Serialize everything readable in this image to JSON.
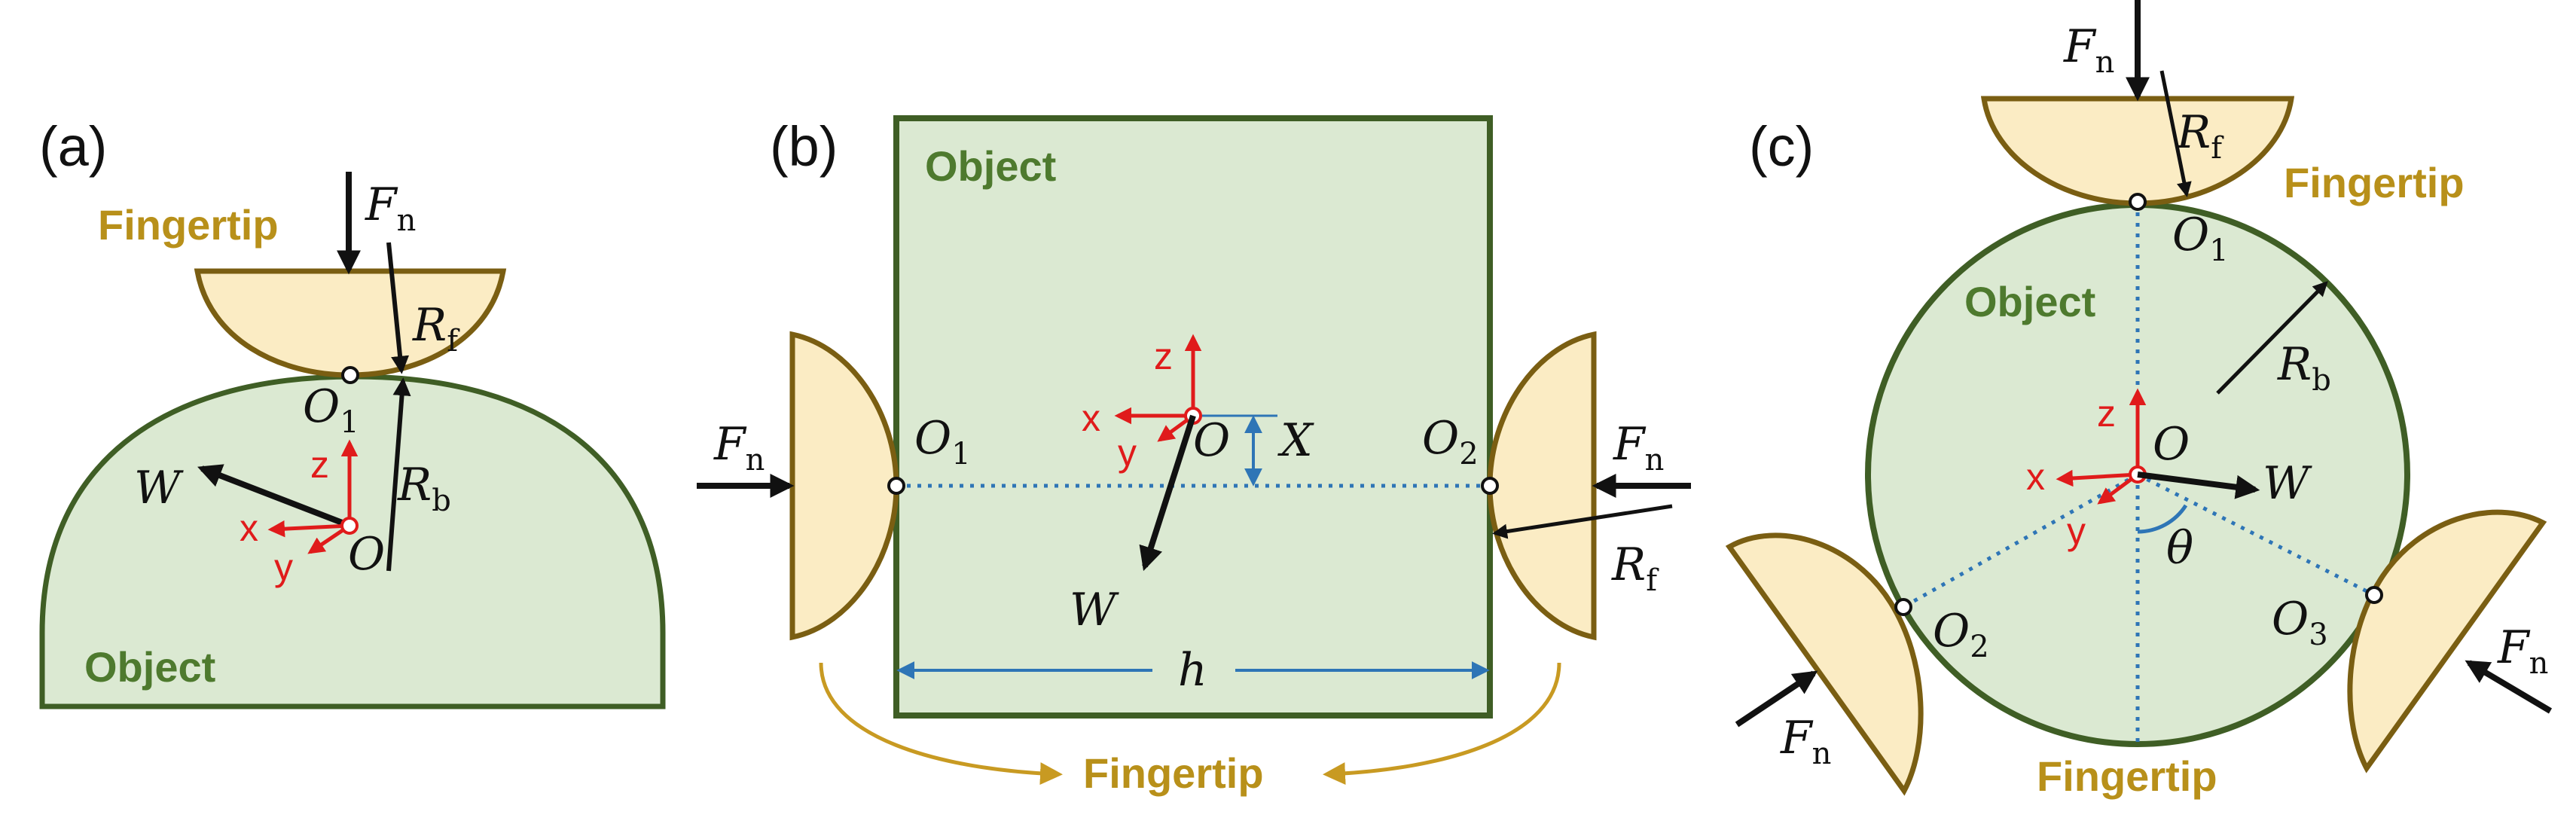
{
  "colors": {
    "object_fill": "#dbe9d2",
    "object_stroke": "#3f5e25",
    "object_text": "#4e7a2e",
    "finger_fill": "#fbecc4",
    "finger_stroke": "#7a5e12",
    "finger_text": "#b8901a",
    "axis_red": "#e01b1b",
    "blue": "#2e75b6",
    "black": "#111111"
  },
  "panel_a": {
    "label": "(a)",
    "fingertip": "Fingertip",
    "object": "Object",
    "Fn": {
      "base": "F",
      "sub": "n"
    },
    "Rf": {
      "base": "R",
      "sub": "f"
    },
    "Rb": {
      "base": "R",
      "sub": "b"
    },
    "O1": {
      "base": "O",
      "sub": "1"
    },
    "W": "W",
    "O": "O",
    "x": "x",
    "y": "y",
    "z": "z"
  },
  "panel_b": {
    "label": "(b)",
    "object": "Object",
    "fingertip": "Fingertip",
    "Fn_left": {
      "base": "F",
      "sub": "n"
    },
    "Fn_right": {
      "base": "F",
      "sub": "n"
    },
    "Rf": {
      "base": "R",
      "sub": "f"
    },
    "O1": {
      "base": "O",
      "sub": "1"
    },
    "O2": {
      "base": "O",
      "sub": "2"
    },
    "W": "W",
    "O": "O",
    "X": "X",
    "h": "h",
    "x": "x",
    "y": "y",
    "z": "z"
  },
  "panel_c": {
    "label": "(c)",
    "fingertip_top": "Fingertip",
    "fingertip_bottom": "Fingertip",
    "object": "Object",
    "Fn_top": {
      "base": "F",
      "sub": "n"
    },
    "Fn_left": {
      "base": "F",
      "sub": "n"
    },
    "Fn_right": {
      "base": "F",
      "sub": "n"
    },
    "Rf": {
      "base": "R",
      "sub": "f"
    },
    "Rb": {
      "base": "R",
      "sub": "b"
    },
    "O1": {
      "base": "O",
      "sub": "1"
    },
    "O2": {
      "base": "O",
      "sub": "2"
    },
    "O3": {
      "base": "O",
      "sub": "3"
    },
    "W": "W",
    "O": "O",
    "theta": "θ",
    "x": "x",
    "y": "y",
    "z": "z"
  }
}
